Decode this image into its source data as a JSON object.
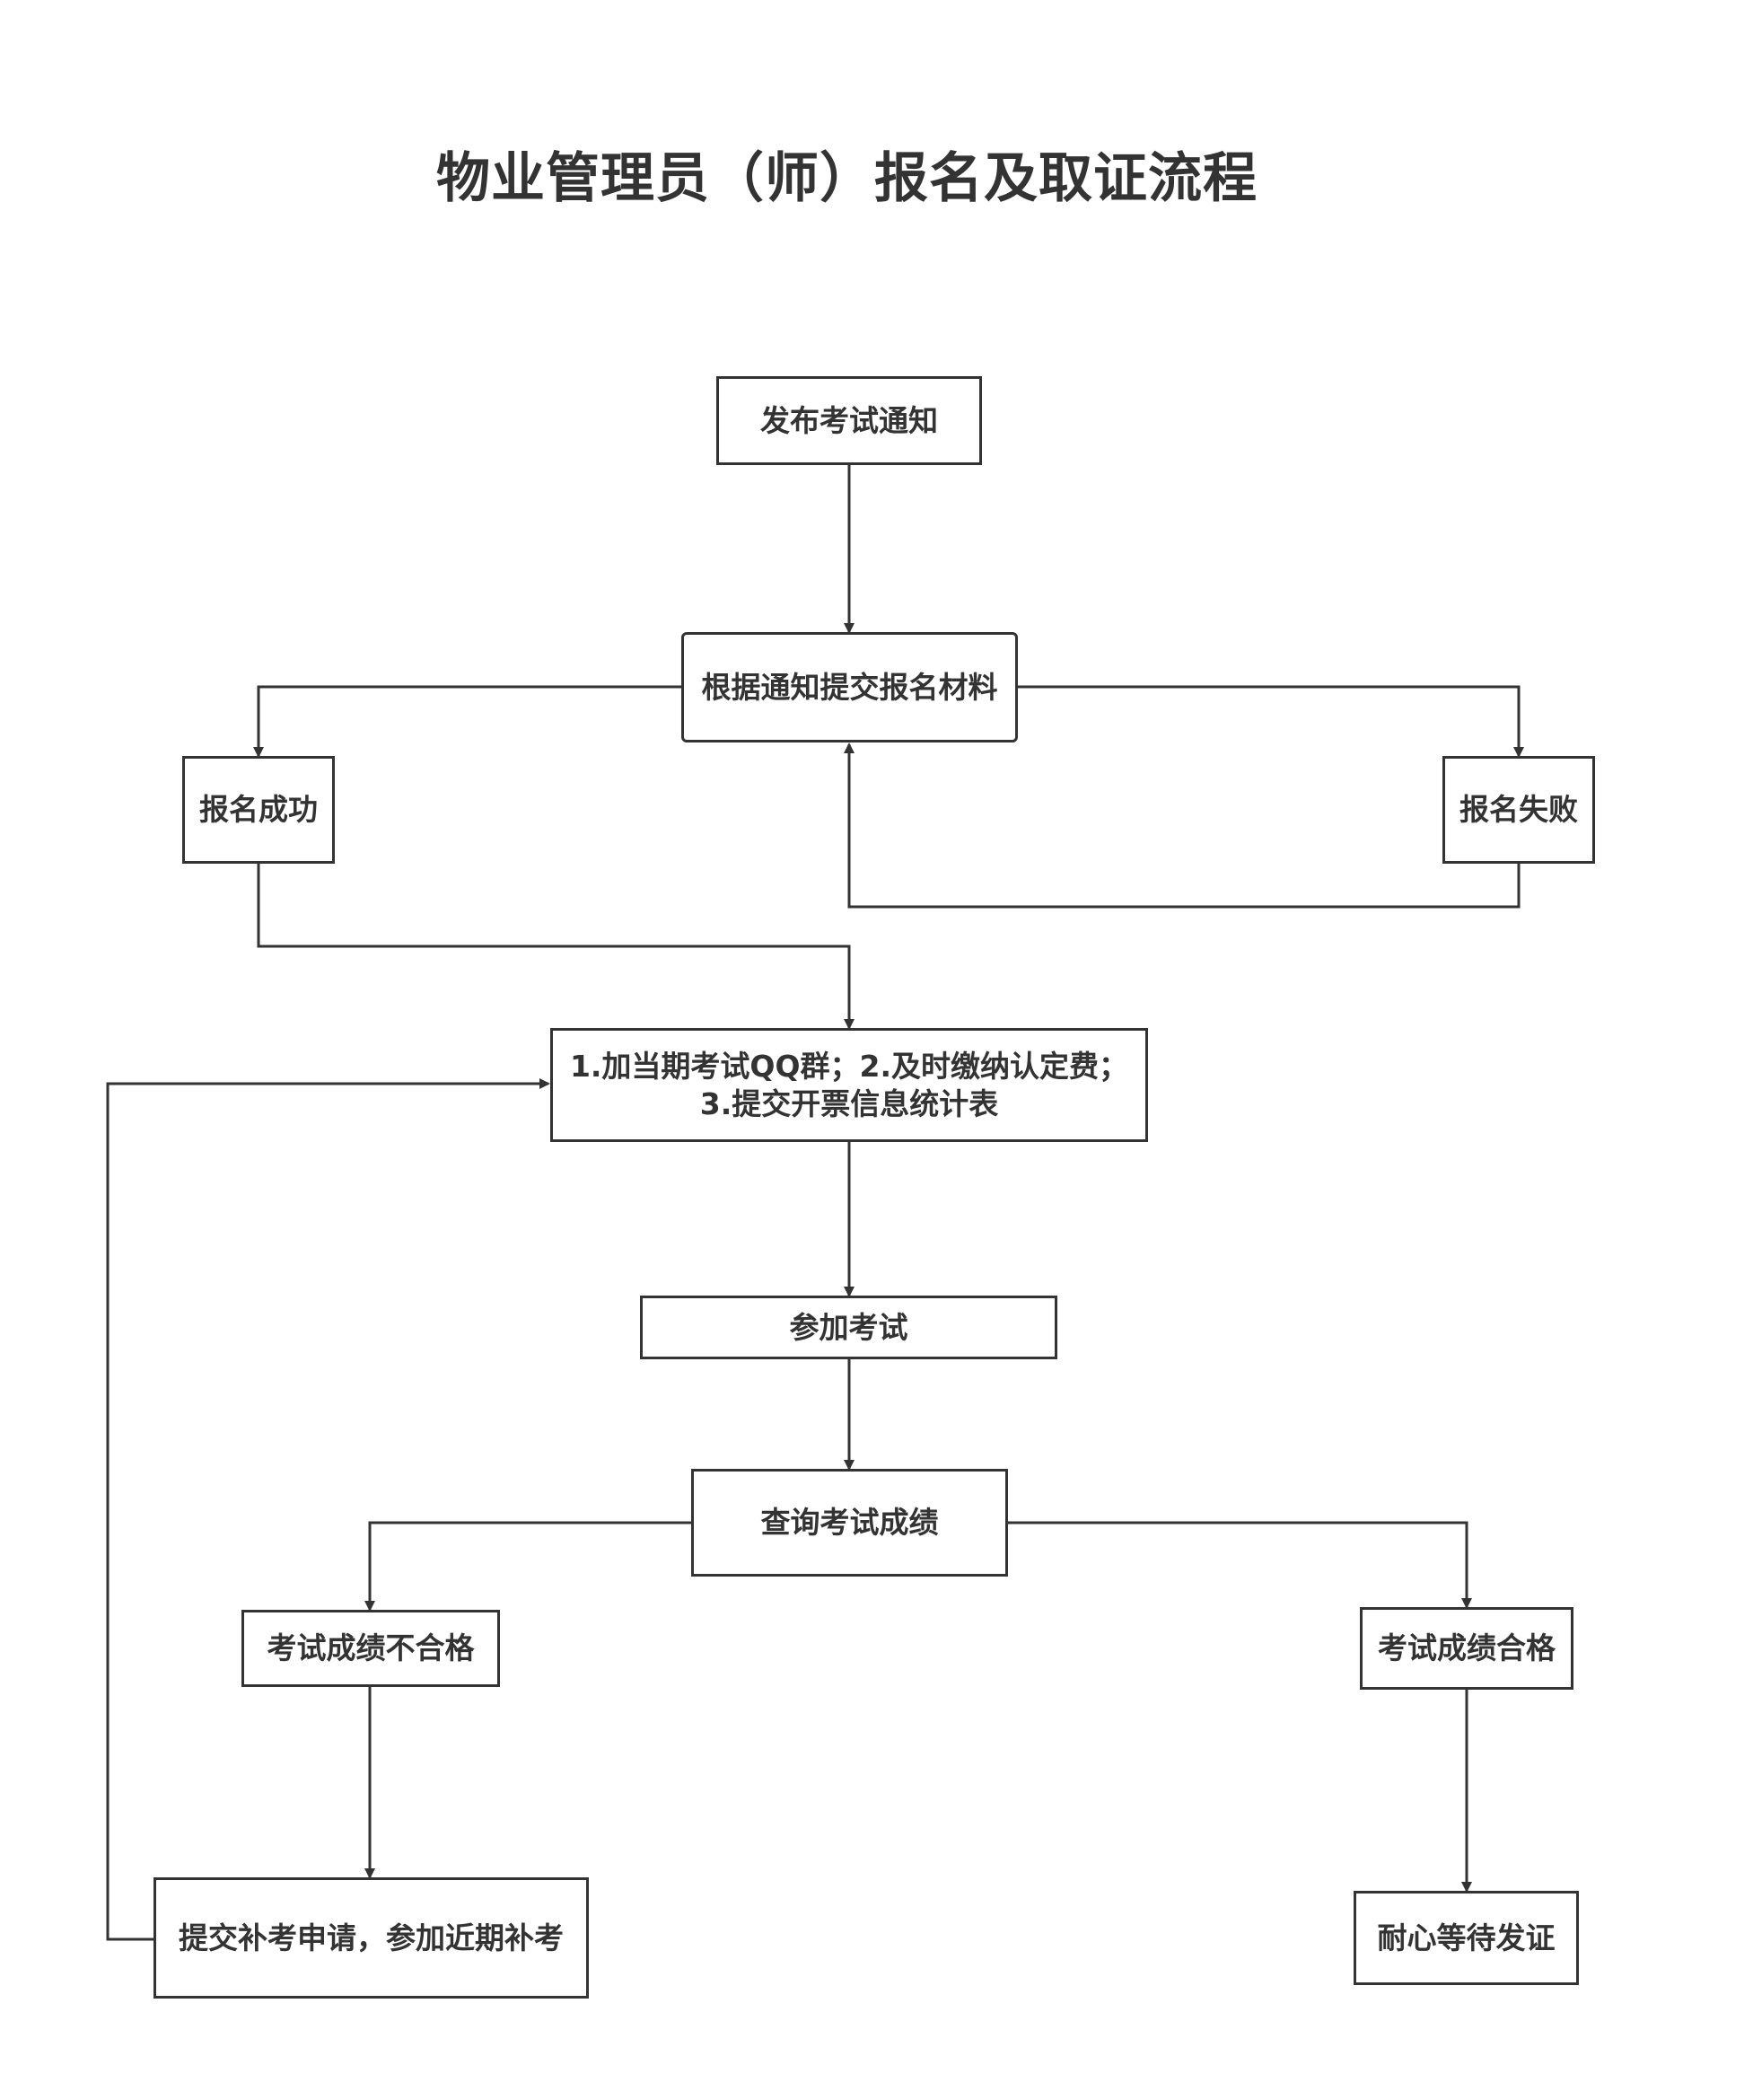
{
  "title": "物业管理员（师）报名及取证流程",
  "nodes": {
    "publish": "发布考试通知",
    "submit": "根据通知提交报名材料",
    "success": "报名成功",
    "fail": "报名失败",
    "steps_line1": "1.加当期考试QQ群；2.及时缴纳认定费；",
    "steps_line2": "3.提交开票信息统计表",
    "exam": "参加考试",
    "query": "查询考试成绩",
    "failed_score": "考试成绩不合格",
    "passed_score": "考试成绩合格",
    "retake": "提交补考申请，参加近期补考",
    "wait": "耐心等待发证"
  },
  "colors": {
    "line": "#333333",
    "text": "#333333",
    "background": "#ffffff"
  }
}
